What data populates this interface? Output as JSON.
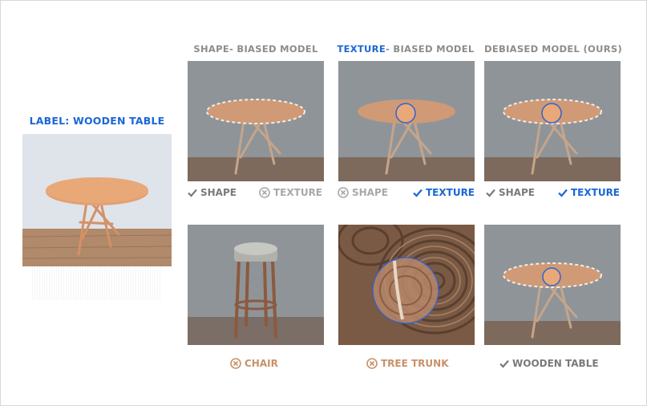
{
  "input": {
    "label": "LABEL: WOODEN TABLE"
  },
  "columns": [
    {
      "prefix": "SHAPE",
      "suffix": "- BIASED MODEL",
      "highlight": false
    },
    {
      "prefix": "TEXTURE",
      "suffix": "- BIASED MODEL",
      "highlight": true
    },
    {
      "prefix": "DEBIASED MODEL (OURS)",
      "suffix": "",
      "highlight": false
    }
  ],
  "row1_tags": {
    "shape_biased": [
      {
        "text": "SHAPE",
        "status": "check"
      },
      {
        "text": "TEXTURE",
        "status": "cross"
      }
    ],
    "texture_biased": [
      {
        "text": "SHAPE",
        "status": "cross"
      },
      {
        "text": "TEXTURE",
        "status": "check-blue"
      }
    ],
    "debiased": [
      {
        "text": "SHAPE",
        "status": "check"
      },
      {
        "text": "TEXTURE",
        "status": "check-blue"
      }
    ]
  },
  "row2_predictions": {
    "shape_biased": {
      "text": "CHAIR",
      "status": "cross-orange"
    },
    "texture_biased": {
      "text": "TREE TRUNK",
      "status": "cross-orange"
    },
    "debiased": {
      "text": "WOODEN TABLE",
      "status": "check"
    }
  },
  "colors": {
    "blue": "#1a66d6",
    "gray": "#7a7a7a",
    "light_gray": "#a8a8a8",
    "orange": "#c9916a",
    "wood": "#d9956a"
  }
}
